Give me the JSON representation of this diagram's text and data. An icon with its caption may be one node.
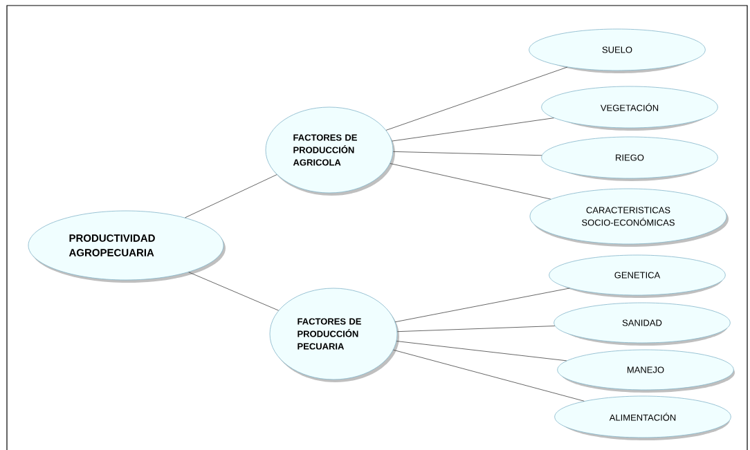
{
  "diagram": {
    "nodes": [
      {
        "text": [
          "PRODUCTIVIDAD AGROPECUARIA"
        ]
      },
      {
        "text": [
          "FACTORES DE PRODUCCIÓN AGRICOLA"
        ]
      },
      {
        "text": [
          "SUELO"
        ]
      },
      {
        "text": [
          "VEGETACIÓN"
        ]
      },
      {
        "text": [
          "RIEGO"
        ]
      },
      {
        "text": [
          "CARACTERISTICAS SOCIO-ECONÓMICAS"
        ]
      },
      {
        "text": [
          "FACTORES DE PRODUCCIÓN PECUARIA"
        ]
      },
      {
        "text": [
          "GENETICA"
        ]
      },
      {
        "text": [
          "SANIDAD"
        ]
      },
      {
        "text": [
          "MANEJO"
        ]
      },
      {
        "text": [
          "ALIMENTACIÓN"
        ]
      }
    ],
    "edges": [
      {
        "from": 0,
        "to": 1,
        "arrow": "none"
      },
      {
        "from": 0,
        "to": 6,
        "arrow": "none"
      },
      {
        "from": 1,
        "to": 2,
        "arrow": "none"
      },
      {
        "from": 1,
        "to": 3,
        "arrow": "none"
      },
      {
        "from": 1,
        "to": 4,
        "arrow": "none"
      },
      {
        "from": 1,
        "to": 5,
        "arrow": "none"
      },
      {
        "from": 6,
        "to": 7,
        "arrow": "none"
      },
      {
        "from": 6,
        "to": 8,
        "arrow": "none"
      },
      {
        "from": 6,
        "to": 9,
        "arrow": "none"
      },
      {
        "from": 6,
        "to": 10,
        "arrow": "none"
      }
    ]
  }
}
